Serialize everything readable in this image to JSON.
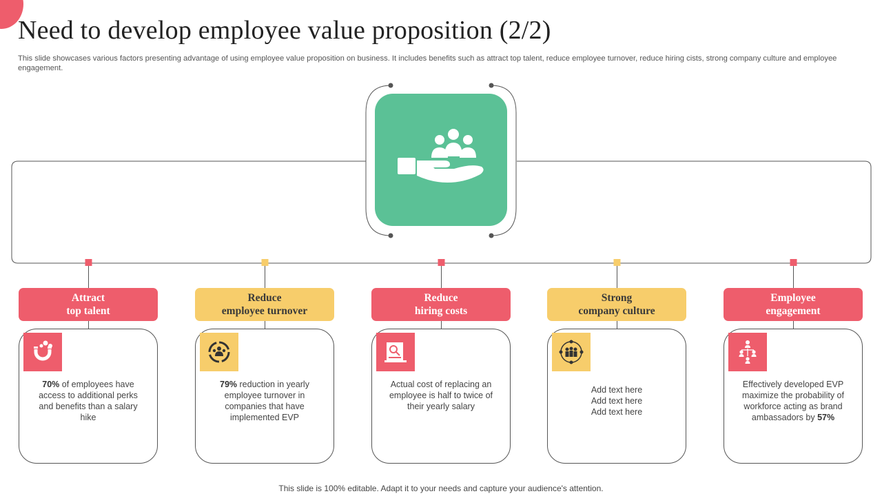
{
  "title": "Need to develop employee value proposition (2/2)",
  "subtitle": "This slide showcases various factors presenting advantage of using employee value proposition on business. It includes benefits such as attract top talent, reduce employee turnover, reduce hiring cists, strong company culture and employee engagement.",
  "footer": "This slide is 100% editable. Adapt it to your needs and capture your audience's attention.",
  "hub": {
    "icon": "hand-holding-people-icon",
    "color": "#5bc196"
  },
  "colors": {
    "red": "#ee5d6c",
    "yellow": "#f7cd6b",
    "green": "#5bc196"
  },
  "factors": [
    {
      "label": "Attract\ntop talent",
      "color": "red",
      "icon": "magnet-people-icon",
      "stat": "70%",
      "text": " of employees have access to additional perks and benefits than a salary hike"
    },
    {
      "label": "Reduce\nemployee turnover",
      "color": "yellow",
      "icon": "team-cycle-icon",
      "stat": "79%",
      "text": " reduction in yearly employee turnover  in companies that have implemented EVP"
    },
    {
      "label": "Reduce\nhiring costs",
      "color": "red",
      "icon": "resume-search-icon",
      "stat": "",
      "text": "Actual cost of replacing an employee is half to twice of their yearly salary"
    },
    {
      "label": "Strong\ncompany culture",
      "color": "yellow",
      "icon": "team-network-icon",
      "stat": "",
      "text": "Add text here\nAdd text here\nAdd text here"
    },
    {
      "label": "Employee\nengagement",
      "color": "red",
      "icon": "org-hierarchy-icon",
      "stat": "",
      "text": "Effectively developed  EVP maximize the probability of workforce acting as brand ambassadors by ",
      "stat_after": "57%"
    }
  ]
}
